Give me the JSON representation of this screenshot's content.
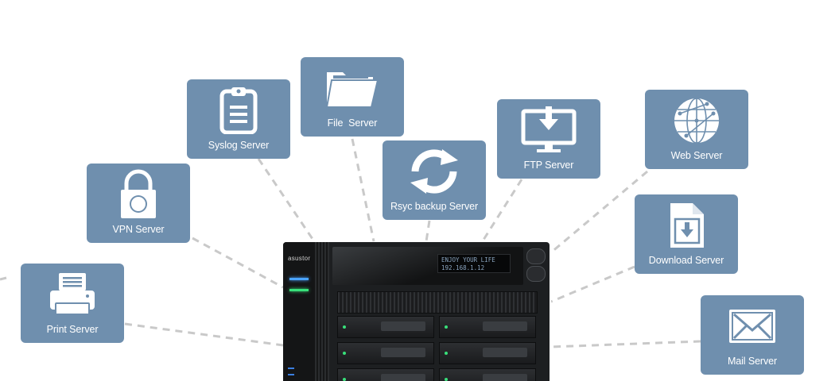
{
  "tiles": {
    "print": {
      "label": "Print Server",
      "icon": "printer-icon"
    },
    "vpn": {
      "label": "VPN Server",
      "icon": "lock-icon"
    },
    "syslog": {
      "label": "Syslog Server",
      "icon": "clipboard-icon"
    },
    "file": {
      "label": "File  Server",
      "icon": "folder-icon"
    },
    "rsync": {
      "label": "Rsyc backup Server",
      "icon": "sync-arrows-icon"
    },
    "ftp": {
      "label": "FTP Server",
      "icon": "monitor-download-icon"
    },
    "web": {
      "label": "Web Server",
      "icon": "globe-icon"
    },
    "download": {
      "label": "Download Server",
      "icon": "file-download-icon"
    },
    "mail": {
      "label": "Mail Server",
      "icon": "envelope-icon"
    }
  },
  "device": {
    "brand": "asustor",
    "lcd_line1": "ENJOY YOUR LIFE",
    "lcd_line2": "192.168.1.12"
  },
  "colors": {
    "tile_background": "#6f8fae",
    "connector": "#c9c9c9",
    "device_body": "#1d1f21"
  }
}
